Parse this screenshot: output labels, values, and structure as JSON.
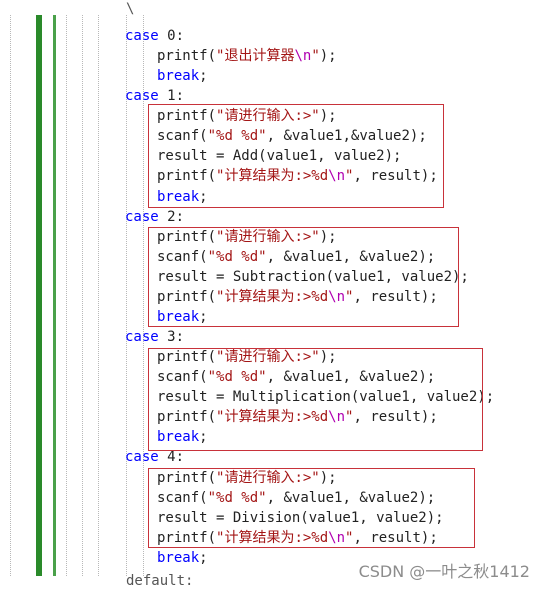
{
  "editor": {
    "top_fragment": "\\",
    "bottom_fragment": "default:",
    "lines": [
      {
        "indent": 0,
        "tokens": [
          [
            "kw",
            "case"
          ],
          [
            "t",
            " 0:"
          ]
        ]
      },
      {
        "indent": 1,
        "tokens": [
          [
            "fn",
            "printf"
          ],
          [
            "t",
            "("
          ],
          [
            "str",
            "\"退出计算器"
          ],
          [
            "esc",
            "\\n"
          ],
          [
            "str",
            "\""
          ],
          [
            "t",
            ");"
          ]
        ]
      },
      {
        "indent": 1,
        "tokens": [
          [
            "kw",
            "break"
          ],
          [
            "t",
            ";"
          ]
        ]
      },
      {
        "indent": 0,
        "tokens": [
          [
            "kw",
            "case"
          ],
          [
            "t",
            " 1:"
          ]
        ]
      },
      {
        "indent": 1,
        "tokens": [
          [
            "fn",
            "printf"
          ],
          [
            "t",
            "("
          ],
          [
            "str",
            "\"请进行输入:>\""
          ],
          [
            "t",
            ");"
          ]
        ]
      },
      {
        "indent": 1,
        "tokens": [
          [
            "fn",
            "scanf"
          ],
          [
            "t",
            "("
          ],
          [
            "str",
            "\"%d %d\""
          ],
          [
            "t",
            ", &value1,&value2);"
          ]
        ]
      },
      {
        "indent": 1,
        "tokens": [
          [
            "t",
            "result = Add(value1, value2);"
          ]
        ]
      },
      {
        "indent": 1,
        "tokens": [
          [
            "fn",
            "printf"
          ],
          [
            "t",
            "("
          ],
          [
            "str",
            "\"计算结果为:>%d"
          ],
          [
            "esc",
            "\\n"
          ],
          [
            "str",
            "\""
          ],
          [
            "t",
            ", result);"
          ]
        ]
      },
      {
        "indent": 1,
        "tokens": [
          [
            "kw",
            "break"
          ],
          [
            "t",
            ";"
          ]
        ]
      },
      {
        "indent": 0,
        "tokens": [
          [
            "kw",
            "case"
          ],
          [
            "t",
            " 2:"
          ]
        ]
      },
      {
        "indent": 1,
        "tokens": [
          [
            "fn",
            "printf"
          ],
          [
            "t",
            "("
          ],
          [
            "str",
            "\"请进行输入:>\""
          ],
          [
            "t",
            ");"
          ]
        ]
      },
      {
        "indent": 1,
        "tokens": [
          [
            "fn",
            "scanf"
          ],
          [
            "t",
            "("
          ],
          [
            "str",
            "\"%d %d\""
          ],
          [
            "t",
            ", &value1, &value2);"
          ]
        ]
      },
      {
        "indent": 1,
        "tokens": [
          [
            "t",
            "result = Subtraction(value1, value2);"
          ]
        ]
      },
      {
        "indent": 1,
        "tokens": [
          [
            "fn",
            "printf"
          ],
          [
            "t",
            "("
          ],
          [
            "str",
            "\"计算结果为:>%d"
          ],
          [
            "esc",
            "\\n"
          ],
          [
            "str",
            "\""
          ],
          [
            "t",
            ", result);"
          ]
        ]
      },
      {
        "indent": 1,
        "tokens": [
          [
            "kw",
            "break"
          ],
          [
            "t",
            ";"
          ]
        ]
      },
      {
        "indent": 0,
        "tokens": [
          [
            "kw",
            "case"
          ],
          [
            "t",
            " 3:"
          ]
        ]
      },
      {
        "indent": 1,
        "tokens": [
          [
            "fn",
            "printf"
          ],
          [
            "t",
            "("
          ],
          [
            "str",
            "\"请进行输入:>\""
          ],
          [
            "t",
            ");"
          ]
        ]
      },
      {
        "indent": 1,
        "tokens": [
          [
            "fn",
            "scanf"
          ],
          [
            "t",
            "("
          ],
          [
            "str",
            "\"%d %d\""
          ],
          [
            "t",
            ", &value1, &value2);"
          ]
        ]
      },
      {
        "indent": 1,
        "tokens": [
          [
            "t",
            "result = Multiplication(value1, value2);"
          ]
        ]
      },
      {
        "indent": 1,
        "tokens": [
          [
            "fn",
            "printf"
          ],
          [
            "t",
            "("
          ],
          [
            "str",
            "\"计算结果为:>%d"
          ],
          [
            "esc",
            "\\n"
          ],
          [
            "str",
            "\""
          ],
          [
            "t",
            ", result);"
          ]
        ]
      },
      {
        "indent": 1,
        "tokens": [
          [
            "kw",
            "break"
          ],
          [
            "t",
            ";"
          ]
        ]
      },
      {
        "indent": 0,
        "tokens": [
          [
            "kw",
            "case"
          ],
          [
            "t",
            " 4:"
          ]
        ]
      },
      {
        "indent": 1,
        "tokens": [
          [
            "fn",
            "printf"
          ],
          [
            "t",
            "("
          ],
          [
            "str",
            "\"请进行输入:>\""
          ],
          [
            "t",
            ");"
          ]
        ]
      },
      {
        "indent": 1,
        "tokens": [
          [
            "fn",
            "scanf"
          ],
          [
            "t",
            "("
          ],
          [
            "str",
            "\"%d %d\""
          ],
          [
            "t",
            ", &value1, &value2);"
          ]
        ]
      },
      {
        "indent": 1,
        "tokens": [
          [
            "t",
            "result = Division(value1, value2);"
          ]
        ]
      },
      {
        "indent": 1,
        "tokens": [
          [
            "fn",
            "printf"
          ],
          [
            "t",
            "("
          ],
          [
            "str",
            "\"计算结果为:>%d"
          ],
          [
            "esc",
            "\\n"
          ],
          [
            "str",
            "\""
          ],
          [
            "t",
            ", result);"
          ]
        ]
      },
      {
        "indent": 1,
        "tokens": [
          [
            "kw",
            "break"
          ],
          [
            "t",
            ";"
          ]
        ]
      }
    ]
  },
  "watermark": "CSDN @一叶之秋1412",
  "colors": {
    "keyword": "#0000ff",
    "string": "#a31515",
    "escape": "#b000b0",
    "highlight_box": "#c8323a",
    "gutter_green": "#2a8a2a"
  }
}
